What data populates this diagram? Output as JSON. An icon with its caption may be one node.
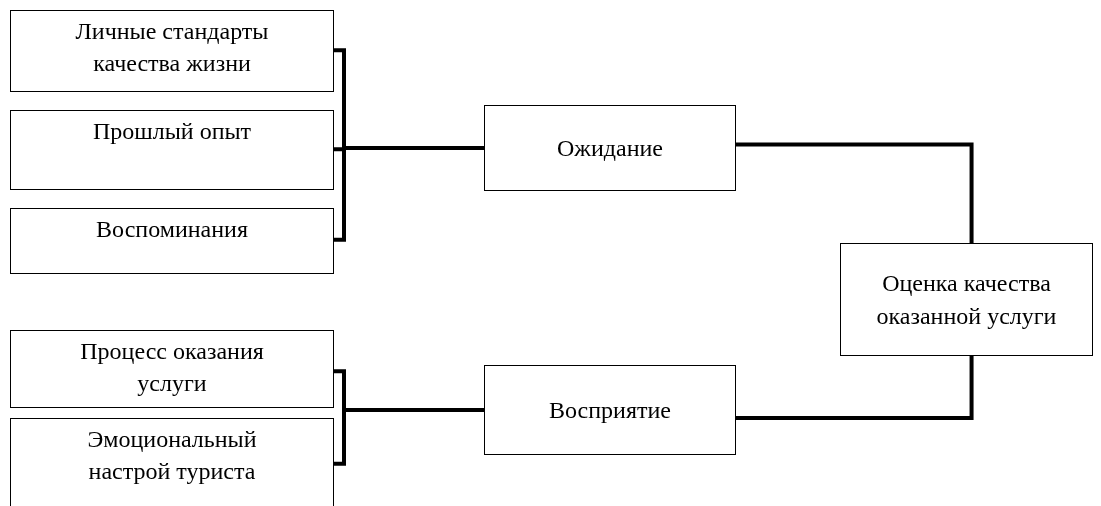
{
  "diagram": {
    "nodes": [
      {
        "text": [
          "Личные стандарты качества жизни"
        ]
      },
      {
        "text": [
          "Прошлый опыт"
        ]
      },
      {
        "text": [
          "Воспоминания"
        ]
      },
      {
        "text": [
          "Процесс оказания услуги"
        ]
      },
      {
        "text": [
          "Эмоциональный настрой туриста"
        ]
      },
      {
        "text": [
          "Ожидание"
        ]
      },
      {
        "text": [
          "Восприятие"
        ]
      },
      {
        "text": [
          "Оценка качества оказанной услуги"
        ]
      }
    ],
    "edges": [
      {
        "from": 0,
        "to": 5,
        "arrow": "none"
      },
      {
        "from": 1,
        "to": 5,
        "arrow": "none"
      },
      {
        "from": 2,
        "to": 5,
        "arrow": "none"
      },
      {
        "from": 3,
        "to": 6,
        "arrow": "none"
      },
      {
        "from": 4,
        "to": 6,
        "arrow": "none"
      },
      {
        "from": 5,
        "to": 7,
        "arrow": "none"
      },
      {
        "from": 6,
        "to": 7,
        "arrow": "none"
      }
    ]
  }
}
